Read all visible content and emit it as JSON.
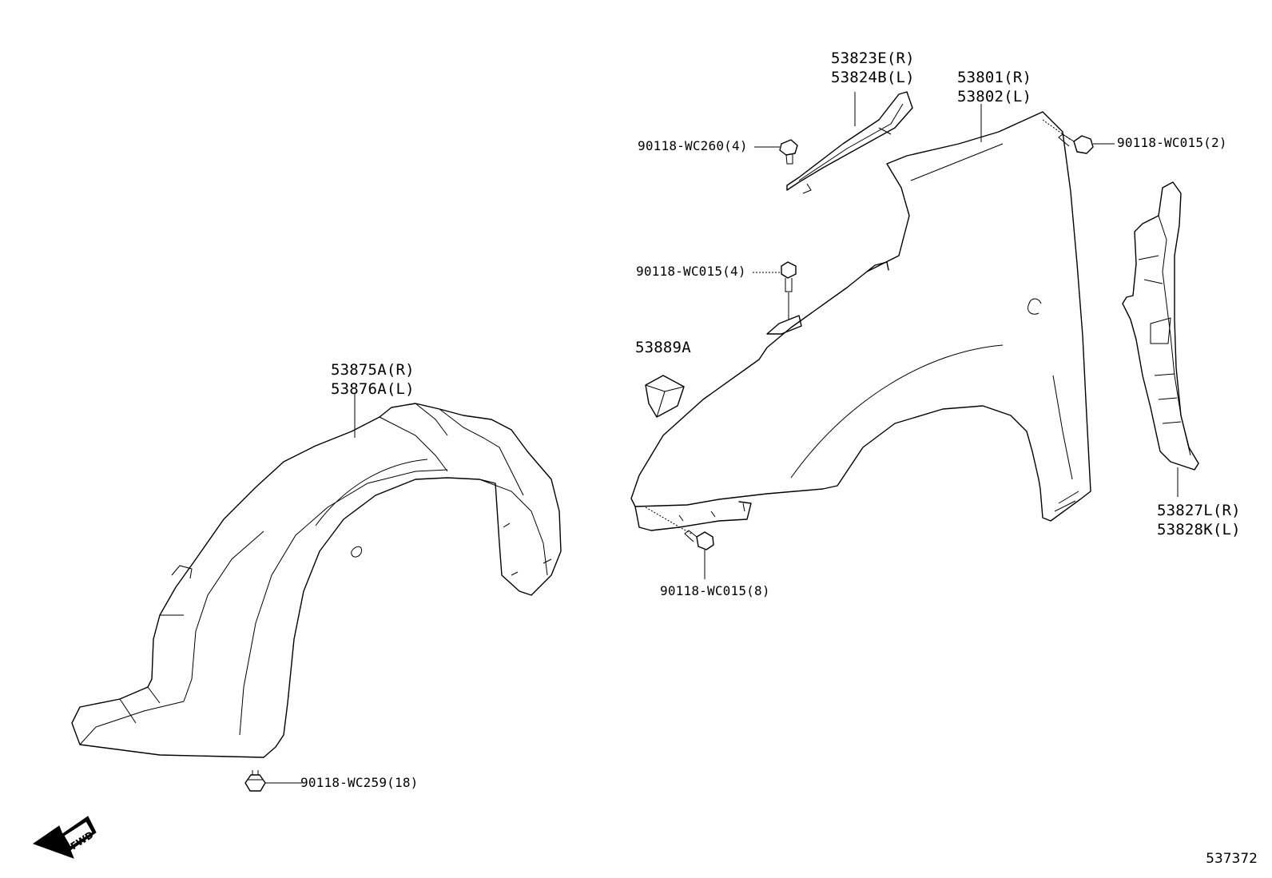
{
  "labels": {
    "drip_molding": [
      "53823E(R)",
      "53824B(L)"
    ],
    "fender_panel": [
      "53801(R)",
      "53802(L)"
    ],
    "clip_wc260": "90118-WC260(4)",
    "screw_wc015_2": "90118-WC015(2)",
    "screw_wc015_4": "90118-WC015(4)",
    "seal_53889a": "53889A",
    "liner": [
      "53875A(R)",
      "53876A(L)"
    ],
    "screw_wc015_8": "90118-WC015(8)",
    "side_panel": [
      "53827L(R)",
      "53828K(L)"
    ],
    "clip_wc259": "90118-WC259(18)"
  },
  "fwd_label": "FWD",
  "reference_number": "537372"
}
